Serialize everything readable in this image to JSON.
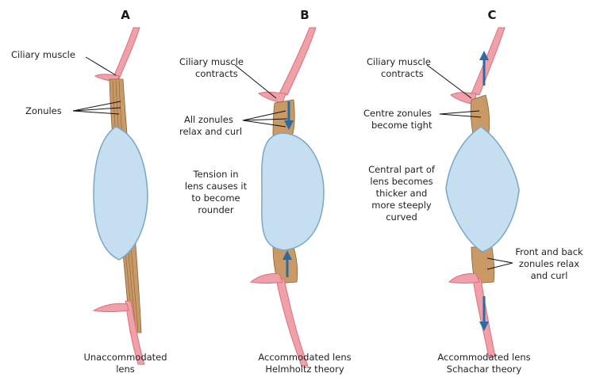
{
  "panels": [
    {
      "letter": "A",
      "labels": [
        "Ciliary muscle",
        "Zonules"
      ],
      "caption": [
        "Unaccommodated",
        "lens"
      ]
    },
    {
      "letter": "B",
      "labels": [
        [
          "Ciliary muscle",
          "contracts"
        ],
        [
          "All zonules",
          "relax and curl"
        ],
        [
          "Tension in",
          "lens causes it",
          "to become",
          "rounder"
        ]
      ],
      "caption": [
        "Accommodated lens",
        "Helmholtz theory"
      ]
    },
    {
      "letter": "C",
      "labels": [
        [
          "Ciliary muscle",
          "contracts"
        ],
        [
          "Centre zonules",
          "become tight"
        ],
        [
          "Central part of",
          "lens becomes",
          "thicker and",
          "more steeply",
          "curved"
        ],
        [
          "Front and back",
          "zonules relax",
          "and curl"
        ]
      ],
      "caption": [
        "Accommodated lens",
        "Schachar theory"
      ]
    }
  ],
  "colors": {
    "muscle": "#f0a0a8",
    "muscle_stroke": "#d9707c",
    "zonule": "#c99a66",
    "zonule_line": "#8a6238",
    "lens_fill": "#c6dff0",
    "lens_stroke": "#7ba6c6",
    "arrow": "#2b6aa3"
  }
}
